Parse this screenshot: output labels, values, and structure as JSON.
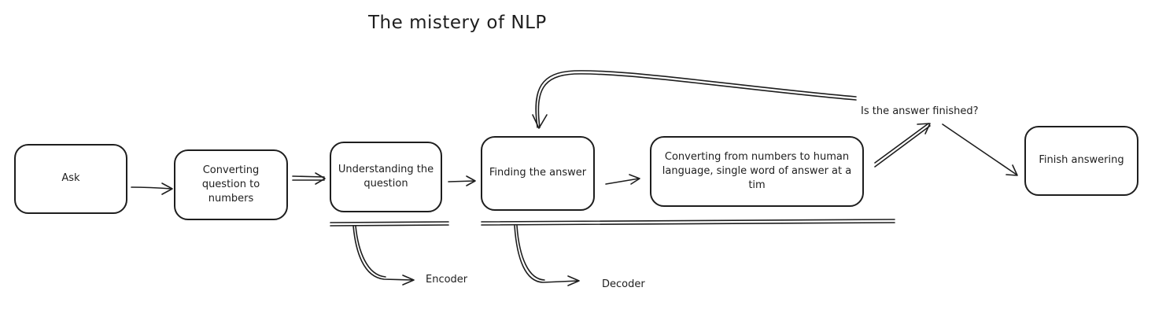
{
  "title": "The mistery of NLP",
  "nodes": {
    "ask": "Ask",
    "convert_question": "Converting question to numbers",
    "understanding": "Understanding the question",
    "finding": "Finding the answer",
    "converting_numbers": "Converting from numbers to human language, single word of answer at a tim",
    "finish": "Finish answering"
  },
  "labels": {
    "decision": "Is the answer finished?",
    "encoder": "Encoder",
    "decoder": "Decoder"
  }
}
